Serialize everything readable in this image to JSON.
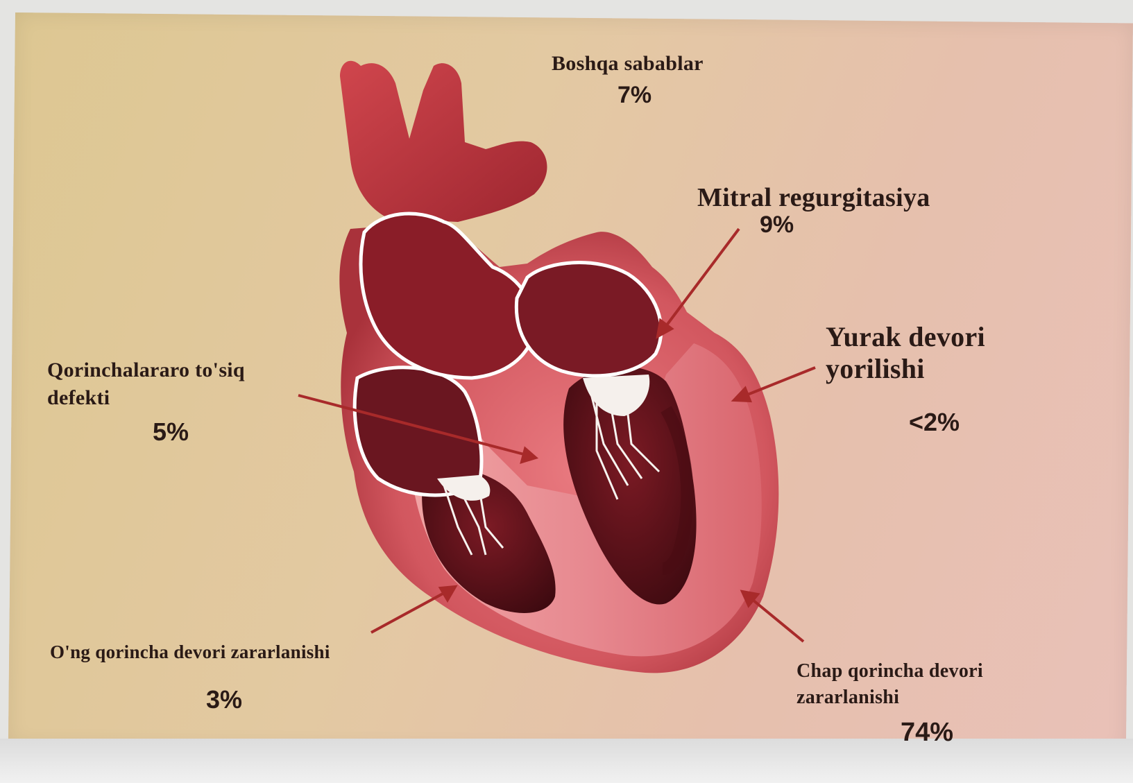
{
  "labels": {
    "boshqa": {
      "name": "Boshqa sabablar",
      "pct": "7%"
    },
    "mitral": {
      "name": "Mitral regurgitasiya",
      "pct": "9%"
    },
    "yurak": {
      "line1": "Yurak devori",
      "line2": "yorilishi",
      "pct": "<2%"
    },
    "qorinchalararo": {
      "line1": "Qorinchalararo to'siq",
      "line2": "defekti",
      "pct": "5%"
    },
    "ong": {
      "name": "O'ng qorincha devori zararlanishi",
      "pct": "3%"
    },
    "chap": {
      "line1": "Chap qorincha devori",
      "line2": "zararlanishi",
      "pct": "74%"
    }
  },
  "colors": {
    "heart_dark": "#5a1018",
    "heart_red": "#b8343d",
    "heart_light": "#e6848a",
    "arrow": "#a82a2a"
  }
}
